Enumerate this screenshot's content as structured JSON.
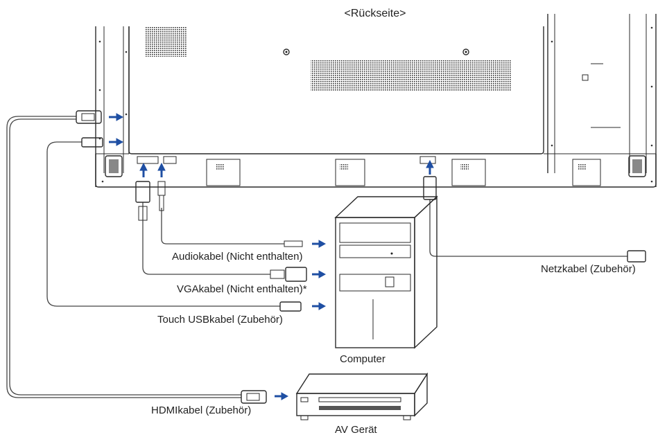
{
  "title": "<Rückseite>",
  "labels": {
    "netz": "Netzkabel (Zubehör)",
    "audio": "Audiokabel (Nicht enthalten)",
    "vga": "VGAkabel (Nicht enthalten)*",
    "usb": "Touch USBkabel (Zubehör)",
    "hdmi": "HDMIkabel (Zubehör)",
    "computer": "Computer",
    "av": "AV Gerät"
  },
  "colors": {
    "arrow": "#1f4fa3",
    "line": "#2a2a2a"
  }
}
